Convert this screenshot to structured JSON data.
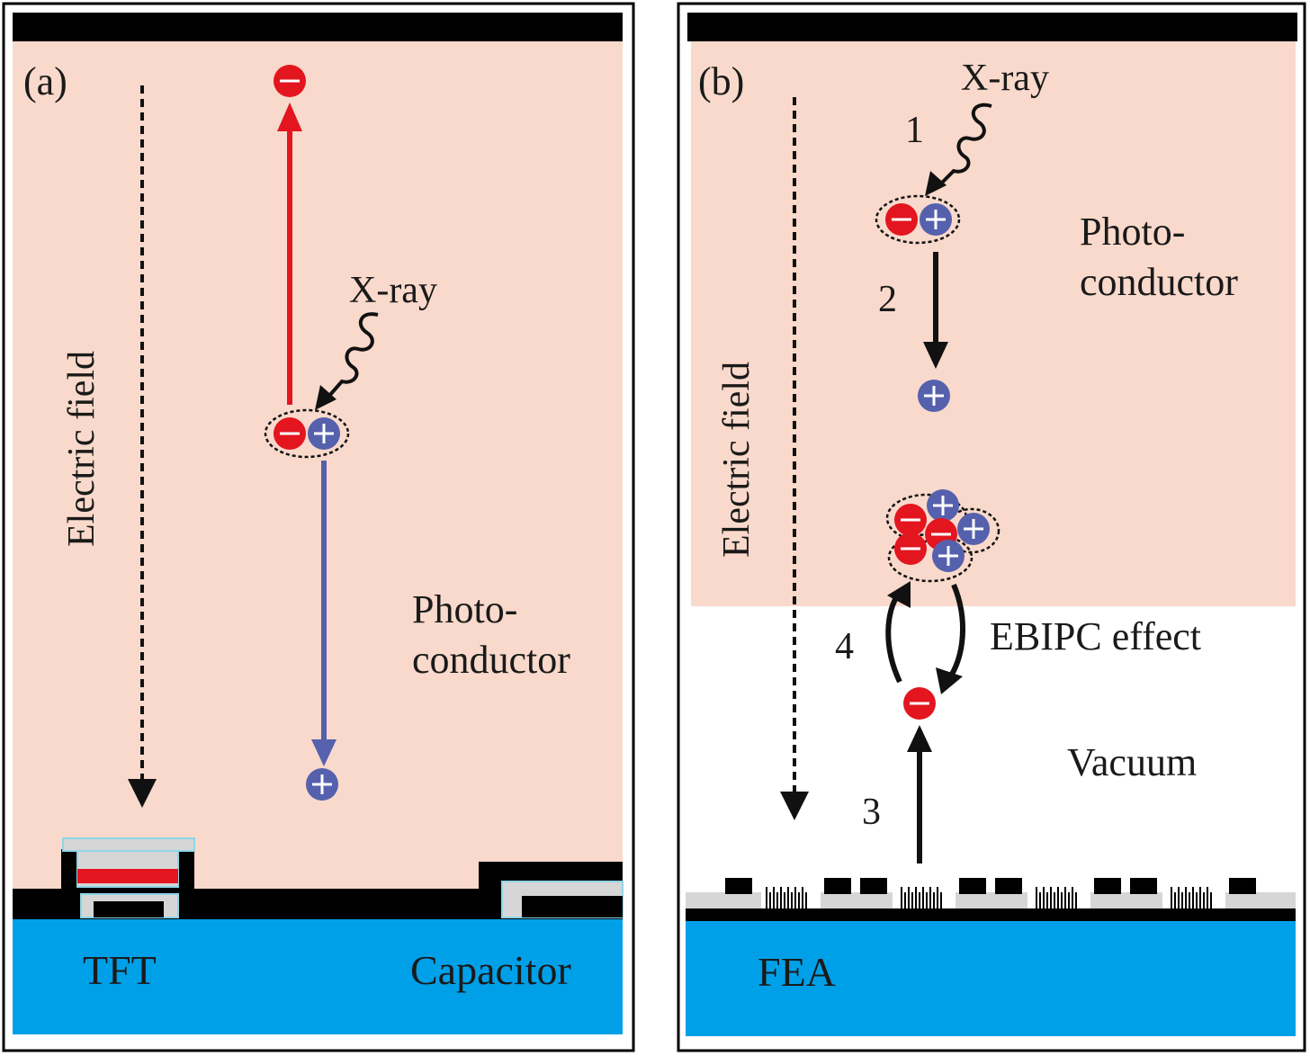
{
  "colors": {
    "photoconductor": "#f8d9cb",
    "substrate": "#00a0e8",
    "electron": "#e3151f",
    "hole": "#5561ad",
    "electrode": "#000000",
    "dielectric": "#d6d6d6",
    "dielectric_edge": "#8fd6e8",
    "arrow": "#111111"
  },
  "panel_a": {
    "label": "(a)",
    "electric_field": "Electric field",
    "xray": "X-ray",
    "photoconductor_line1": "Photo-",
    "photoconductor_line2": "conductor",
    "tft": "TFT",
    "capacitor": "Capacitor"
  },
  "panel_b": {
    "label": "(b)",
    "electric_field": "Electric field",
    "xray": "X-ray",
    "photoconductor_line1": "Photo-",
    "photoconductor_line2": "conductor",
    "ebipc": "EBIPC effect",
    "vacuum": "Vacuum",
    "fea": "FEA",
    "steps": [
      "1",
      "2",
      "3",
      "4"
    ]
  },
  "icons": {
    "electron": "electron-minus-icon",
    "hole": "hole-plus-icon",
    "xray": "xray-wave-icon"
  }
}
